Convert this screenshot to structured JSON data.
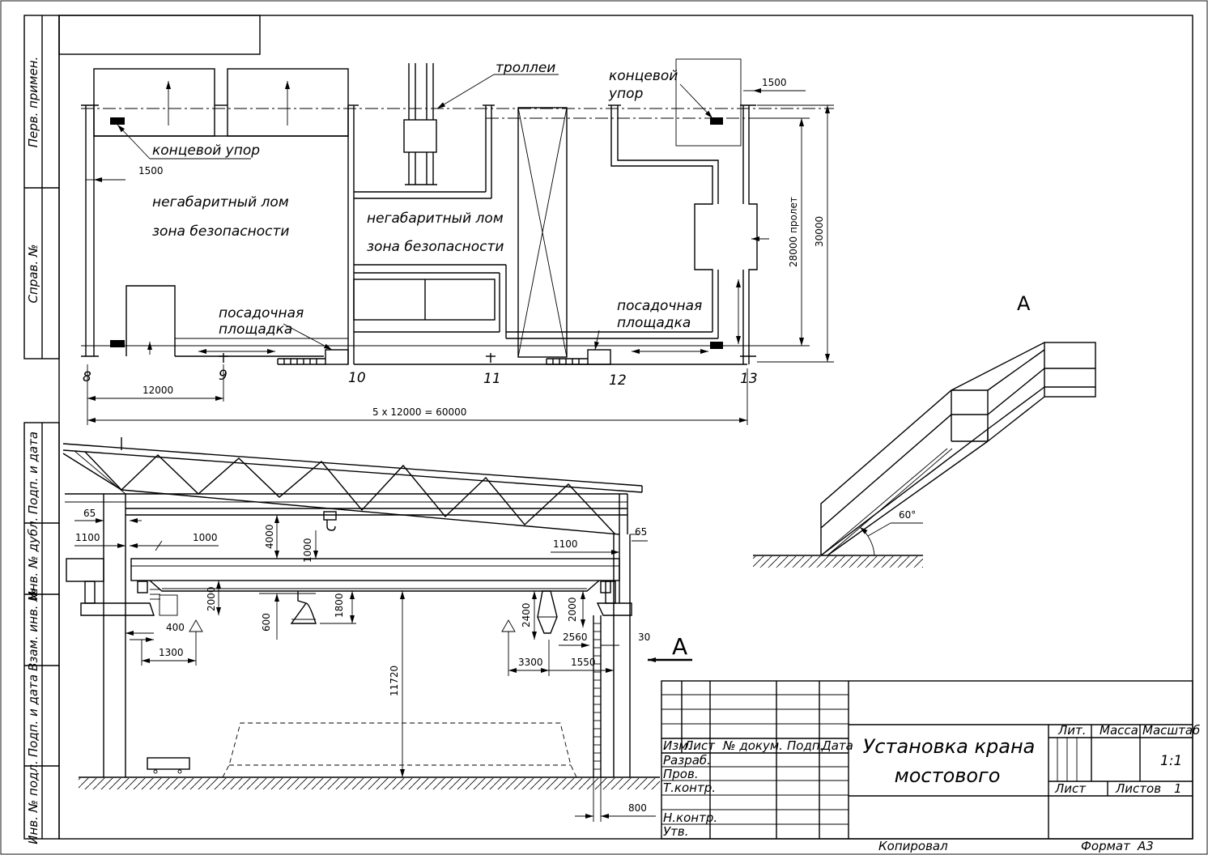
{
  "title_block": {
    "title_line1": "Установка крана",
    "title_line2": "мостового",
    "col_izm": "Изм.",
    "col_list": "Лист",
    "col_doc": "№ докум.",
    "col_sign": "Подп.",
    "col_date": "Дата",
    "row_razrab": "Разраб.",
    "row_prov": "Пров.",
    "row_tkontr": "Т.контр.",
    "row_nkontr": "Н.контр.",
    "row_utv": "Утв.",
    "lit": "Лит.",
    "massa": "Масса",
    "masshtab": "Масштаб",
    "scale_value": "1:1",
    "list": "Лист",
    "listov": "Листов",
    "listov_value": "1",
    "kopiroval": "Копировал",
    "format": "Формат",
    "format_value": "А3"
  },
  "margin": {
    "perv_primen": "Перв. примен.",
    "sprav_no": "Справ. №",
    "podp_data1": "Подп. и дата",
    "inv_dubl": "Инв. № дубл.",
    "vzam_inv": "Взам. инв. №",
    "podp_data2": "Подп. и дата",
    "inv_podl": "Инв. № подл."
  },
  "plan": {
    "trolley": "троллеи",
    "end_stop": "концевой упор",
    "end_stop_right_1": "концевой",
    "end_stop_right_2": "упор",
    "oversize_1": "негабаритный лом",
    "safety_zone_1": "зона безопасности",
    "oversize_2": "негабаритный лом",
    "safety_zone_2": "зона безопасности",
    "landing_left_1": "посадочная",
    "landing_left_2": "площадка",
    "landing_right_1": "посадочная",
    "landing_right_2": "площадка",
    "axis_8": "8",
    "axis_9": "9",
    "axis_10": "10",
    "axis_11": "11",
    "axis_12": "12",
    "axis_13": "13",
    "dim_1500_left": "1500",
    "dim_1500_right": "1500",
    "dim_12000": "12000",
    "dim_total": "5 x 12000 = 60000",
    "dim_span": "28000 пролет",
    "dim_30000": "30000"
  },
  "section": {
    "dim_65_left": "65",
    "dim_65_right": "65",
    "dim_1100_left": "1100",
    "dim_1000_h": "1000",
    "dim_4000": "4000",
    "dim_1000_v": "1000",
    "dim_1100_right": "1100",
    "dim_2000_left": "2000",
    "dim_400": "400",
    "dim_1300": "1300",
    "dim_600": "600",
    "dim_1800": "1800",
    "dim_2400": "2400",
    "dim_2000_right": "2000",
    "dim_2560": "2560",
    "dim_30": "30",
    "dim_3300": "3300",
    "dim_1550": "1550",
    "dim_11720": "11720",
    "dim_800": "800",
    "view_a": "А"
  },
  "view_a": {
    "label": "А",
    "angle": "60°"
  }
}
